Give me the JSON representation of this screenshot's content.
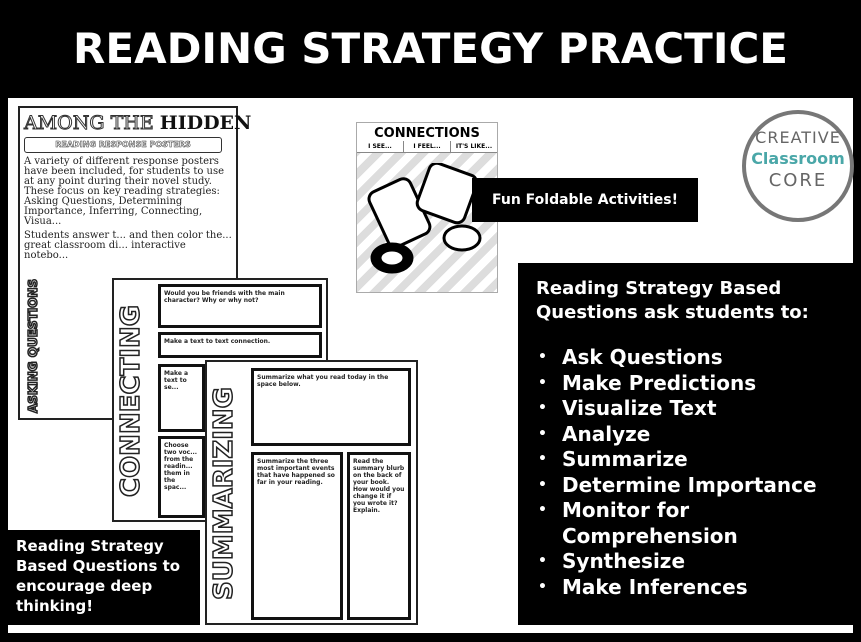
{
  "title": "READING STRATEGY PRACTICE",
  "poster_among": {
    "heading_outline": "AMONG THE",
    "heading_bold": "HIDDEN",
    "banner": "READING RESPONSE POSTERS",
    "p1": "A variety of different response posters have been included, for students to use at any point during their novel study. These focus on key reading strategies: Asking Questions, Determining Importance, Inferring, Connecting, Visua...",
    "p2": "Students answer t... and then color the... great classroom di... interactive notebo...",
    "side": "ASKING QUESTIONS"
  },
  "poster_connecting": {
    "side": "CONNECTING",
    "prompts": [
      "Would you be friends with the main character? Why or why not?",
      "Make a text to text connection.",
      "Make a text to se...",
      "Choose two voc... from the readin... them in the spac..."
    ]
  },
  "poster_summarizing": {
    "side": "SUMMARIZING",
    "prompts": [
      "Summarize what you read today in the space below.",
      "Summarize the three most important events that have happened so far in your reading.",
      "Read the summary blurb on the back of your book. How would you change it if you wrote it? Explain."
    ]
  },
  "foldable": {
    "title": "CONNECTIONS",
    "columns": [
      "I SEE...",
      "I FEEL...",
      "IT'S LIKE..."
    ]
  },
  "fun_label": "Fun Foldable Activities!",
  "logo": {
    "line1": "CREATIVE",
    "line2": "Classroom",
    "line3": "CORE"
  },
  "right_box": {
    "heading": "Reading Strategy Based Questions ask students to:",
    "items": [
      "Ask Questions",
      "Make Predictions",
      "Visualize Text",
      "Analyze",
      "Summarize",
      "Determine Importance",
      "Monitor for Comprehension",
      "Synthesize",
      "Make Inferences"
    ]
  },
  "bottom_label": "Reading Strategy Based Questions to encourage deep thinking!"
}
